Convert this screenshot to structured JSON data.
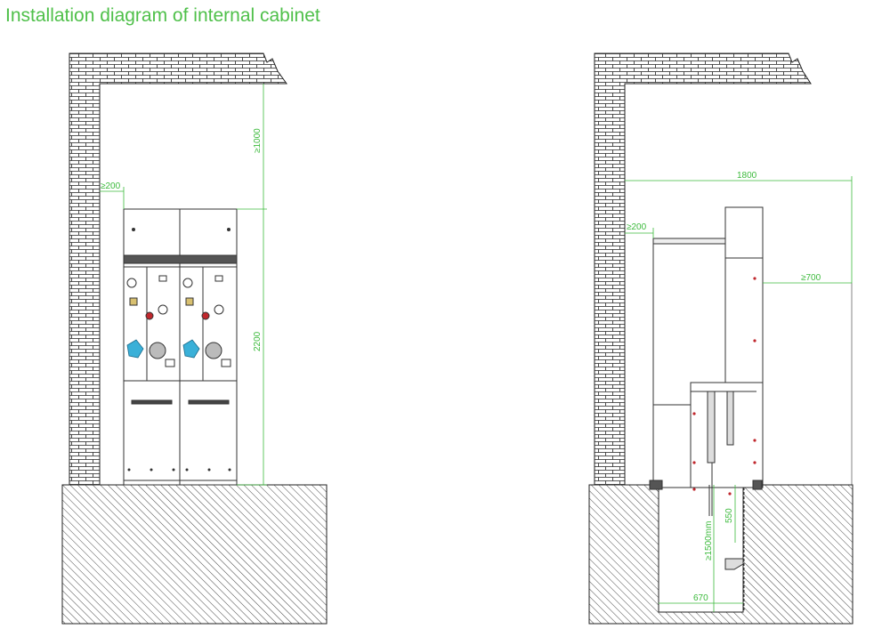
{
  "title": "Installation diagram of internal cabinet",
  "colors": {
    "title": "#4fc04a",
    "dimension": "#3cba3c",
    "outline": "#333333",
    "accent_blue": "#3ab0d8",
    "accent_red": "#c0272d"
  },
  "front_view": {
    "dim_top_clearance": "≥1000",
    "dim_side_clearance": "≥200",
    "dim_height": "2200"
  },
  "side_view": {
    "dim_width": "1800",
    "dim_side_clearance": "≥200",
    "dim_rear_clearance": "≥700",
    "dim_trench_depth": "550",
    "dim_trench_label": "≥1500mm",
    "dim_trench_width": "670"
  }
}
